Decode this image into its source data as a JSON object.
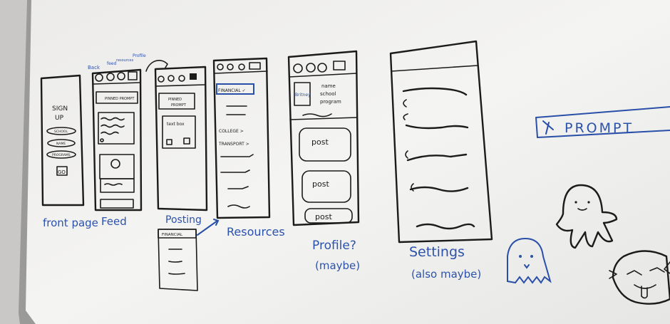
{
  "annotations": {
    "back": "Back",
    "feed": "feed",
    "resources": "resources",
    "profile": "Profile"
  },
  "front_page": {
    "title_line1": "SIGN",
    "title_line2": "UP",
    "fields": [
      "SCHOOL",
      "NAME",
      "PROGRAMS"
    ],
    "go_button": "GO",
    "caption": "front page"
  },
  "feed": {
    "pinned": "PINNED PROMPT",
    "caption": "Feed"
  },
  "posting": {
    "pinned_line1": "PINNED",
    "pinned_line2": "PROMPT",
    "text_box": "text box",
    "caption": "Posting",
    "dropdown": "FINANCIAL"
  },
  "resources": {
    "items": [
      "FINANCIAL ✓",
      "COLLEGE >",
      "TRANSPORT >"
    ],
    "caption": "Resources"
  },
  "profile": {
    "avatar": "Britney",
    "info": [
      "name",
      "school",
      "program"
    ],
    "posts": [
      "post",
      "post",
      "post"
    ],
    "caption_line1": "Profile?",
    "caption_line2": "(maybe)"
  },
  "settings": {
    "caption_line1": "Settings",
    "caption_line2": "(also maybe)"
  },
  "prompt_sign": {
    "label": "PROMPT"
  },
  "colors": {
    "board": "#f2f2f0",
    "wall": "#c9c8c6",
    "black_marker": "#1b1b1b",
    "blue_marker": "#2c52ab"
  }
}
